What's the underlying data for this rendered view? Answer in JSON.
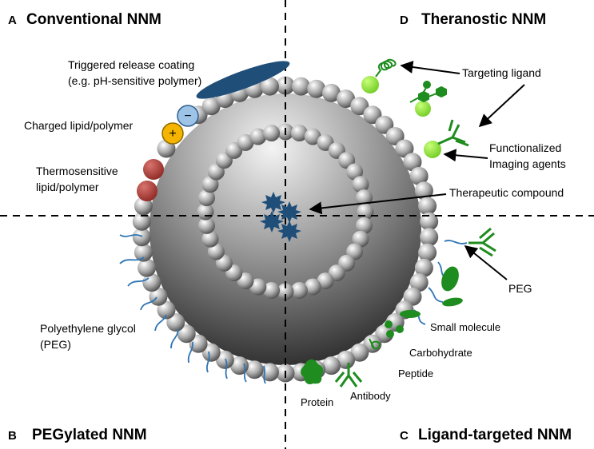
{
  "quadrants": {
    "a": {
      "letter": "A",
      "title": "Conventional NNM"
    },
    "b": {
      "letter": "B",
      "title": "PEGylated NNM"
    },
    "c": {
      "letter": "C",
      "title": "Ligand-targeted NNM"
    },
    "d": {
      "letter": "D",
      "title": "Theranostic NNM"
    }
  },
  "labels": {
    "triggered_line1": "Triggered release coating",
    "triggered_line2": "(e.g. pH-sensitive polymer)",
    "charged": "Charged lipid/polymer",
    "thermo_line1": "Thermosensitive",
    "thermo_line2": "lipid/polymer",
    "peg_line1": "Polyethylene glycol",
    "peg_line2": "(PEG)",
    "targeting": "Targeting ligand",
    "functionalized_line1": "Functionalized",
    "functionalized_line2": "Imaging agents",
    "therapeutic": "Therapeutic compound",
    "peg_short": "PEG",
    "small_molecule": "Small molecule",
    "carbohydrate": "Carbohydrate",
    "peptide": "Peptide",
    "protein": "Protein",
    "antibody": "Antibody"
  },
  "symbols": {
    "plus": "+",
    "minus": "−"
  },
  "colors": {
    "thermo": "#a8322e",
    "charged_pos": "#f5b400",
    "charged_neg": "#9dc3e6",
    "coating": "#1f4e79",
    "peg": "#2e75b6",
    "ligand": "#1e8c1e",
    "imaging": "#8ee82c",
    "drug": "#1f4e79"
  }
}
